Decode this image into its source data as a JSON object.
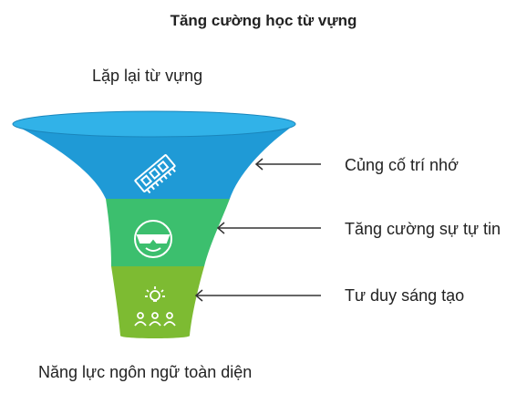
{
  "title": "Tăng cường học từ vựng",
  "input_label": "Lặp lại từ vựng",
  "output_label": "Năng lực ngôn ngữ toàn diện",
  "stages": [
    {
      "label": "Củng cố trí nhớ",
      "icon": "memory-chip-icon",
      "color": "#1f9ad6"
    },
    {
      "label": "Tăng cường sự tự tin",
      "icon": "cool-face-icon",
      "color": "#3cbf6e"
    },
    {
      "label": "Tư duy sáng tạo",
      "icon": "idea-group-icon",
      "color": "#7dbb32"
    }
  ]
}
